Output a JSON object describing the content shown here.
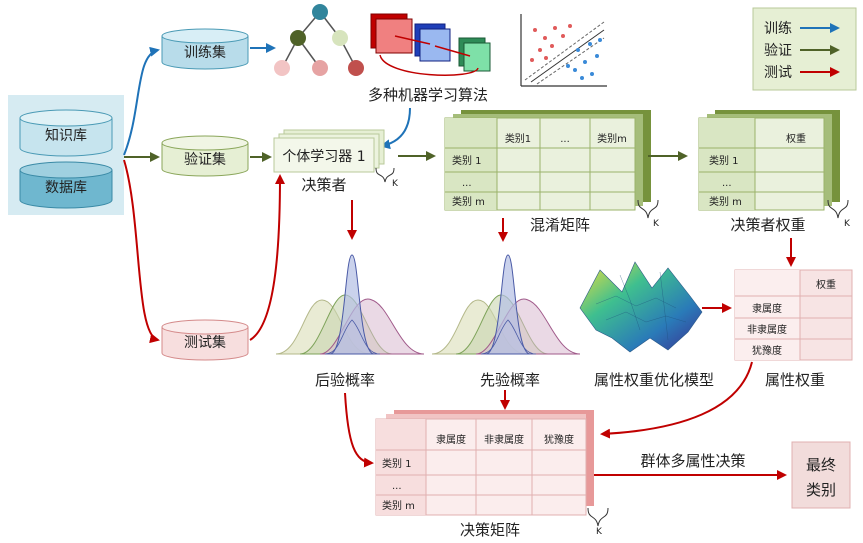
{
  "legend": {
    "items": [
      {
        "label": "训练",
        "color": "#1f73b8"
      },
      {
        "label": "验证",
        "color": "#4f6228"
      },
      {
        "label": "测试",
        "color": "#c00000"
      }
    ]
  },
  "sources": {
    "knowledge_base": "知识库",
    "database": "数据库"
  },
  "datasets": {
    "train": "训练集",
    "validate": "验证集",
    "test": "测试集"
  },
  "algorithms": {
    "label": "多种机器学习算法"
  },
  "learner": {
    "box_text": "个体学习器 1",
    "caption": "决策者",
    "k": "K"
  },
  "confusion": {
    "caption": "混淆矩阵",
    "col_headers": [
      "类别1",
      "...",
      "类别m"
    ],
    "row_headers": [
      "类别 1",
      "...",
      "类别 m"
    ],
    "k": "K"
  },
  "dm_weight": {
    "caption": "决策者权重",
    "col_header": "权重",
    "row_headers": [
      "类别 1",
      "...",
      "类别 m"
    ],
    "k": "K"
  },
  "posterior": {
    "caption": "后验概率"
  },
  "prior": {
    "caption": "先验概率"
  },
  "attr_model": {
    "caption": "属性权重优化模型"
  },
  "attr_weight": {
    "caption": "属性权重",
    "col_header": "权重",
    "row_headers": [
      "隶属度",
      "非隶属度",
      "犹豫度"
    ]
  },
  "decision_matrix": {
    "caption": "决策矩阵",
    "col_headers": [
      "隶属度",
      "非隶属度",
      "犹豫度"
    ],
    "row_headers": [
      "类别 1",
      "...",
      "类别 m"
    ],
    "k": "K"
  },
  "group_decision": {
    "label": "群体多属性决策"
  },
  "final": {
    "line1": "最终",
    "line2": "类别"
  },
  "colors": {
    "blue": "#1f73b8",
    "green": "#4f6228",
    "red": "#c00000",
    "light_blue": "#d6ebf2",
    "cyl_blue": "#c6e4ee",
    "green_fill": "#e6efd4",
    "olive": "#76923c",
    "pink": "#f2dcdb"
  }
}
